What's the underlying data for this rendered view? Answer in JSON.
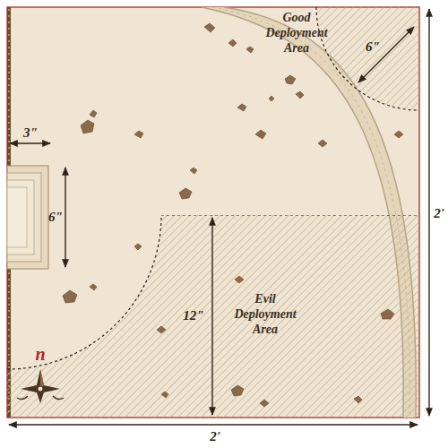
{
  "diagram": {
    "nodes": [
      {
        "text": [
          "Good Deployment Area"
        ]
      },
      {
        "text": [
          "Evil Deployment Area"
        ]
      }
    ],
    "labels": [
      "3\"",
      "6\"",
      "12\"",
      "6\"",
      "2'",
      "2'",
      "n"
    ]
  }
}
